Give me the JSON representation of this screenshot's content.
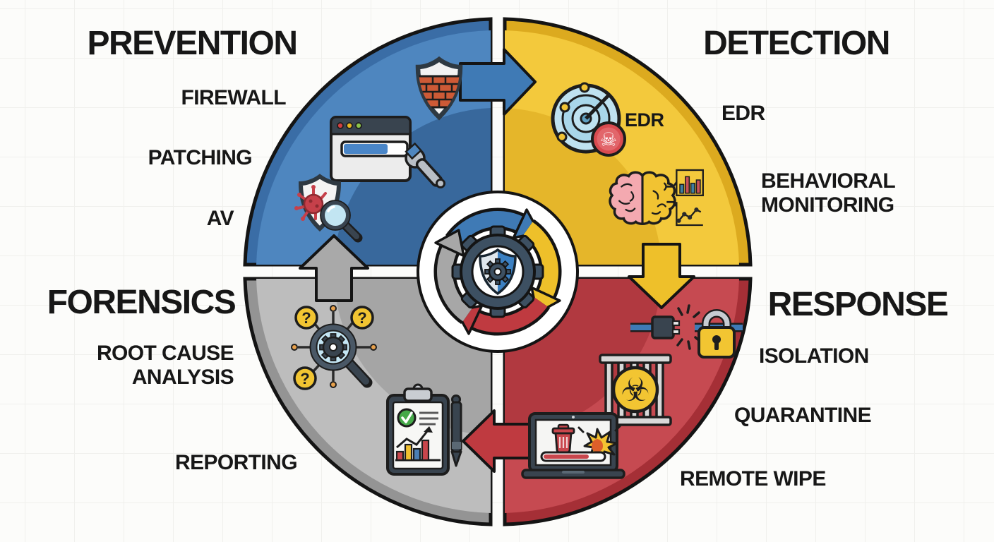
{
  "diagram": {
    "name": "security-incident-lifecycle-cycle",
    "quadrants": [
      {
        "id": "prevention",
        "title": "PREVENTION",
        "color": "#4e86bf",
        "rim_color": "#3a6da6",
        "inner_color": "#38689c",
        "items": [
          "FIREWALL",
          "PATCHING",
          "AV"
        ],
        "icons": [
          "firewall-brick-shield",
          "patching-window-wrench",
          "antivirus-shield-magnifier"
        ]
      },
      {
        "id": "detection",
        "title": "DETECTION",
        "color": "#f3c93c",
        "rim_color": "#dcaa1f",
        "inner_color": "#e5b62a",
        "inner_label": "EDR",
        "items": [
          "EDR",
          "BEHAVIORAL MONITORING"
        ],
        "icons": [
          "radar-threat-skull",
          "brain-analytics"
        ]
      },
      {
        "id": "response",
        "title": "RESPONSE",
        "color": "#c64a51",
        "rim_color": "#a52f36",
        "inner_color": "#b13940",
        "items": [
          "ISOLATION",
          "QUARANTINE",
          "REMOTE WIPE"
        ],
        "icons": [
          "unplugged-cable-padlock",
          "biohazard-cage",
          "laptop-remote-wipe"
        ]
      },
      {
        "id": "forensics",
        "title": "FORENSICS",
        "color": "#bdbdbd",
        "rim_color": "#949494",
        "inner_color": "#a5a5a5",
        "items": [
          "ROOT CAUSE ANALYSIS",
          "REPORTING"
        ],
        "icons": [
          "gear-magnifier-circuit-questions",
          "report-clipboard-pen"
        ]
      }
    ],
    "center": {
      "icon": "shield-gear-cycle",
      "arrow_colors": {
        "top": "#3f7ab5",
        "right": "#eec02a",
        "bottom": "#bf3a40",
        "left": "#a7a7a7"
      }
    },
    "flow": [
      "prevention->detection",
      "detection->response",
      "response->forensics",
      "forensics->prevention"
    ],
    "glyphs": {
      "skull": "☠",
      "biohazard": "☣",
      "question": "?"
    }
  }
}
